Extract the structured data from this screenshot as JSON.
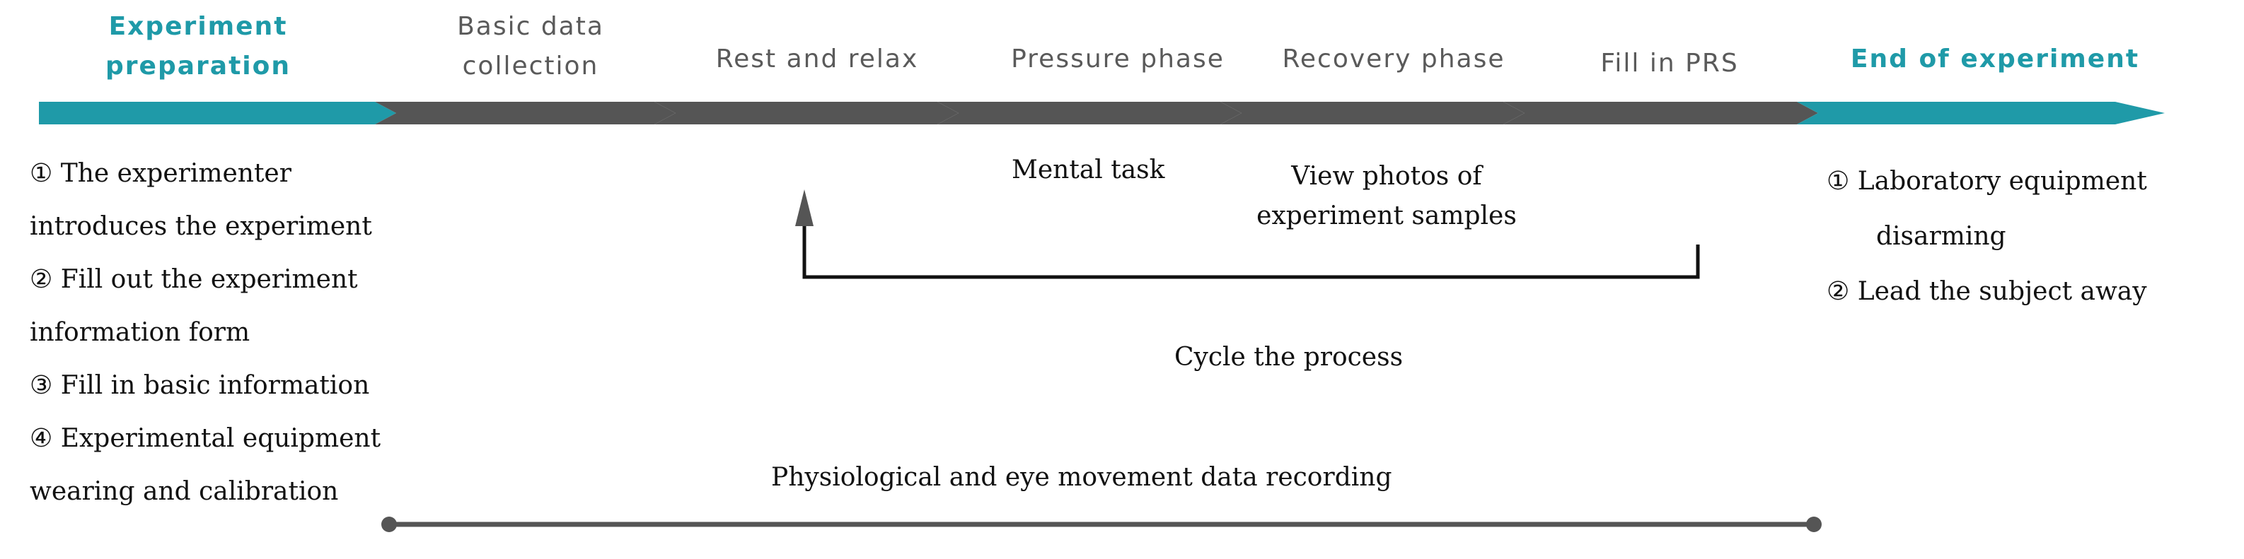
{
  "colors": {
    "accent": "#1f9aa8",
    "arrow_gray": "#555555",
    "text": "#111111"
  },
  "stages": [
    {
      "line1": "Experiment",
      "line2": "preparation"
    },
    {
      "line1": "Basic data",
      "line2": "collection"
    },
    {
      "line1": "Rest and relax"
    },
    {
      "line1": "Pressure phase"
    },
    {
      "line1": "Recovery phase"
    },
    {
      "line1": "Fill in PRS"
    },
    {
      "line1": "End of experiment"
    }
  ],
  "preparation_steps": [
    "① The experimenter",
    "introduces the experiment",
    "② Fill out the experiment",
    "information form",
    "③ Fill in basic information",
    "④ Experimental equipment",
    "wearing and calibration"
  ],
  "pressure_detail": "Mental task",
  "recovery_detail": {
    "line1": "View photos of",
    "line2": "experiment samples"
  },
  "end_steps": [
    "① Laboratory equipment",
    "disarming",
    "② Lead the subject away"
  ],
  "cycle_label": "Cycle the process",
  "recording_label": "Physiological and eye movement data recording"
}
